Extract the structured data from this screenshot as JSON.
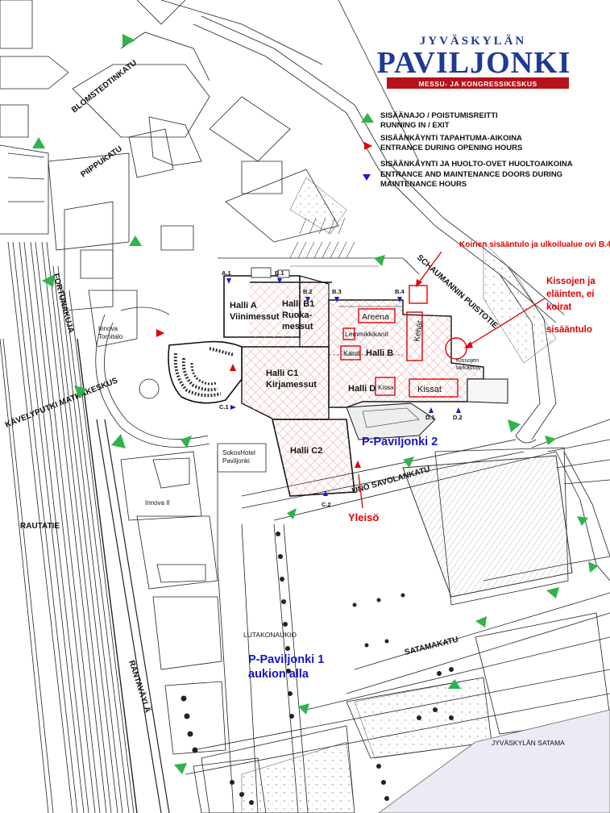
{
  "logo": {
    "top": "JYVÄSKYLÄN",
    "main": "PAVILJONKI",
    "sub": "MESSU- JA KONGRESSIKESKUS",
    "colors": {
      "brand_blue": "#1f3a93",
      "brand_red": "#b5121b"
    }
  },
  "legend": [
    {
      "icon": "green-triangle-icon",
      "line1": "SISÄÄNAJO / POISTUMISREITTI",
      "line2": "RUNNING IN / EXIT"
    },
    {
      "icon": "red-triangle-icon",
      "line1": "SISÄÄNKÄYNTI TAPAHTUMA-AIKOINA",
      "line2": "ENTRANCE DURING OPENING HOURS"
    },
    {
      "icon": "blue-triangle-icon",
      "line1": "SISÄÄNKÄYNTI JA HUOLTO-OVET HUOLTOAIKOINA",
      "line2": "ENTRANCE AND MAINTENANCE DOORS DURING",
      "line3": "MAINTENANCE HOURS"
    }
  ],
  "streets": {
    "blomstedtinkatu": "BLOMSTEDTINKATU",
    "piippukatu": "PIIPPUKATU",
    "fortunakuja": "FORTUNAKUJA",
    "kavelyputki": "KÄVELYPUTKI MATKAKESKUS",
    "rautatie": "RAUTATIE",
    "rantavayla": "RANTAVÄYLÄ",
    "lutakonaukio": "LUTAKONAUKIO",
    "uno_savolankatu": "UNO SAVOLANKATU",
    "satamakatu": "SATAMAKATU",
    "schaumannin": "SCHAUMANNIN PUISTOTIE",
    "jyvaskylan_satama": "JYVÄSKYLÄN SATAMA"
  },
  "buildings": {
    "innova_tornitalo_1": "Innova",
    "innova_tornitalo_2": "Tornitalo",
    "innova_ii": "Innova II",
    "sokos_1": "SokosHotel",
    "sokos_2": "Paviljonki"
  },
  "halls": {
    "a_1": "Halli A",
    "a_2": "Viinimessut",
    "b1_1": "Halli B1",
    "b1_2": "Ruoka-",
    "b1_3": "messut",
    "c1_1": "Halli C1",
    "c1_2": "Kirjamessut",
    "c2": "Halli C2",
    "b": "Halli B",
    "d": "Halli D"
  },
  "zones": {
    "areena": "Areena",
    "lemmikkikanit": "Lemmikkikanit",
    "kanit": "Kanit",
    "kehat": "Kehät",
    "kissa": "Kissa",
    "kissat": "Kissat",
    "kissojen_1": "Kissojen",
    "kissojen_2": "tarkastus"
  },
  "doors": {
    "a1": "A.1",
    "b1": "B.1",
    "b2": "B.2",
    "b3": "B.3",
    "b4": "B.4",
    "c1": "C.1",
    "c2": "C.2",
    "d1": "D.1",
    "d2": "D.2"
  },
  "notes": {
    "koirien": "Koirien sisääntulo ja ulkoilualue ovi B.4",
    "kissojen_1": "Kissojen ja",
    "kissojen_2": "eläinten, ei",
    "kissojen_3": "koirat",
    "kissojen_4": "sisääntulo",
    "yleiso": "Yleisö"
  },
  "parking": {
    "p2": "P-Paviljonki 2",
    "p1_1": "P-Paviljonki 1",
    "p1_2": "aukion alla"
  }
}
